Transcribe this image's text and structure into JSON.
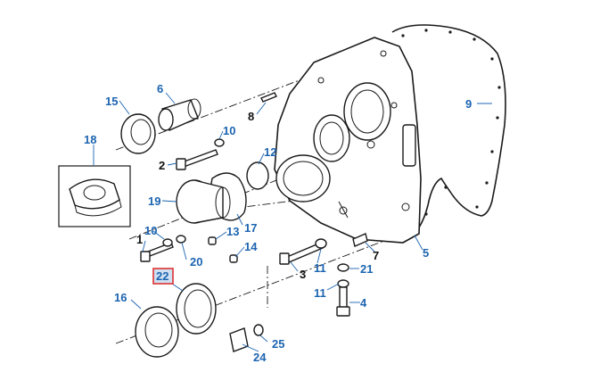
{
  "labels": {
    "p1": "1",
    "p2": "2",
    "p3": "3",
    "p4": "4",
    "p5": "5",
    "p6": "6",
    "p7": "7",
    "p8": "8",
    "p9": "9",
    "p10a": "10",
    "p10b": "10",
    "p11a": "11",
    "p11b": "11",
    "p12": "12",
    "p13": "13",
    "p14": "14",
    "p15": "15",
    "p16": "16",
    "p17": "17",
    "p18": "18",
    "p19": "19",
    "p20": "20",
    "p21": "21",
    "p22": "22",
    "p24": "24",
    "p25": "25"
  },
  "highlighted_label": "22",
  "colors": {
    "label_blue": "#1c64b0",
    "label_black": "#111111",
    "highlight_border": "#dd3333"
  }
}
